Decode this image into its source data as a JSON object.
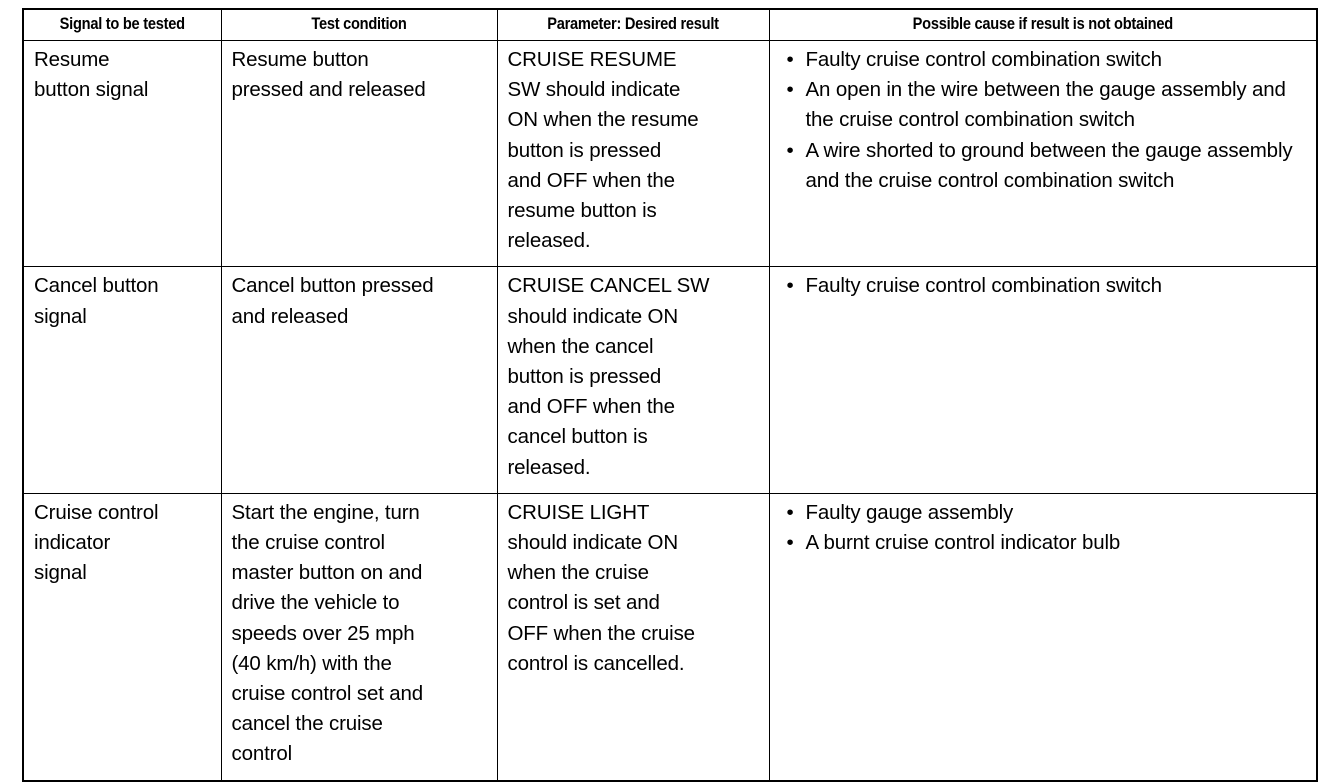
{
  "document": {
    "kind": "diagnostic-table",
    "columns": [
      "Signal to be tested",
      "Test condition",
      "Parameter: Desired result",
      "Possible cause if result is not obtained"
    ],
    "rows": [
      {
        "signal": "Resume\nbutton signal",
        "condition": "Resume button\npressed and released",
        "parameter": "CRUISE RESUME\nSW should indicate\nON when the resume\nbutton is pressed\nand OFF when the\nresume button is\nreleased.",
        "causes": [
          "Faulty cruise control combination switch",
          "An open in the wire between the gauge assembly and the cruise control combination switch",
          "A wire shorted to ground between the gauge assembly and the cruise control combination switch"
        ]
      },
      {
        "signal": "Cancel button\nsignal",
        "condition": "Cancel button pressed\nand released",
        "parameter": "CRUISE CANCEL SW\nshould indicate ON\nwhen the cancel\nbutton is pressed\nand OFF when the\ncancel button is\nreleased.",
        "causes": [
          "Faulty cruise control combination switch"
        ]
      },
      {
        "signal": "Cruise control\nindicator\nsignal",
        "condition": "Start the engine, turn\nthe cruise control\nmaster button on and\ndrive the vehicle to\nspeeds over 25 mph\n(40 km/h) with the\ncruise control set and\ncancel the cruise\ncontrol",
        "parameter": "CRUISE LIGHT\nshould indicate ON\nwhen the cruise\ncontrol is set and\nOFF when the cruise\ncontrol is cancelled.",
        "causes": [
          "Faulty gauge assembly",
          "A burnt cruise control indicator bulb"
        ]
      }
    ],
    "bullet_glyph": "•",
    "colors": {
      "text": "#000000",
      "background": "#ffffff",
      "border": "#000000"
    }
  }
}
